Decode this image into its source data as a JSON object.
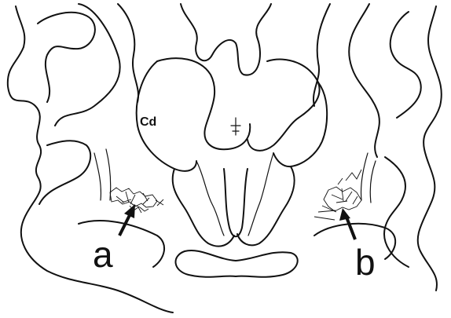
{
  "labels": {
    "cd": "Cd",
    "a": "a",
    "b": "b"
  }
}
